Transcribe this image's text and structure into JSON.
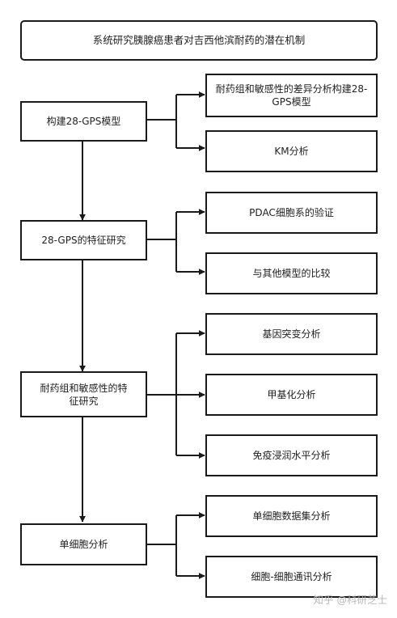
{
  "title": "系统研究胰腺癌患者对吉西他滨耐药的潜在机制",
  "stages": [
    {
      "label": "构建28-GPS模型",
      "branches": [
        "耐药组和敏感性的差异分析构建28-GPS模型",
        "KM分析"
      ]
    },
    {
      "label": "28-GPS的特征研究",
      "branches": [
        "PDAC细胞系的验证",
        "与其他模型的比较"
      ]
    },
    {
      "label": "耐药组和敏感性的特征研究",
      "branches": [
        "基因突变分析",
        "甲基化分析",
        "免疫浸润水平分析"
      ]
    },
    {
      "label": "单细胞分析",
      "branches": [
        "单细胞数据集分析",
        "细胞-细胞通讯分析"
      ]
    }
  ],
  "watermark": "知乎 @科研芝士",
  "colors": {
    "line": "#1a1a1a",
    "box_border": "#1a1a1a",
    "watermark": "#b8b8b8"
  }
}
